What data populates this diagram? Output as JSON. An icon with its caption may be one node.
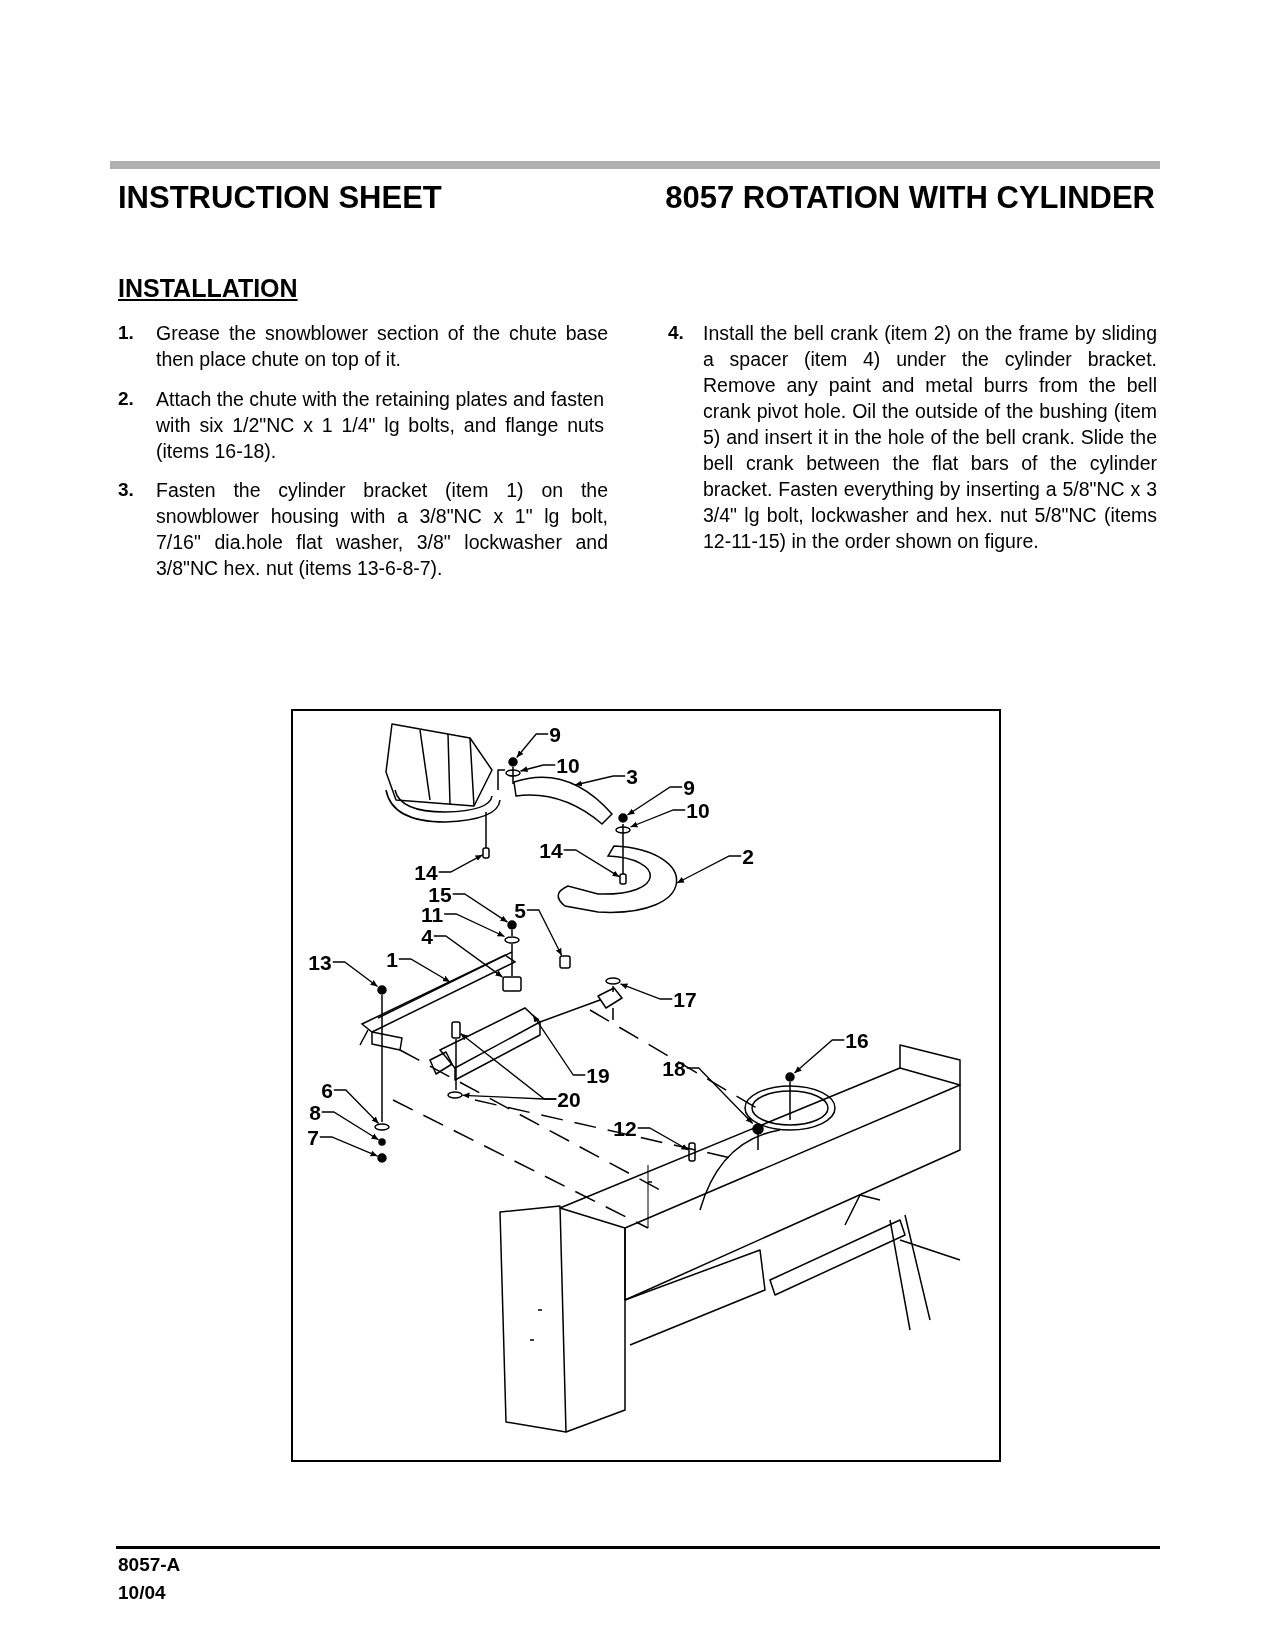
{
  "diagram": {
    "title": "INSTRUCTION SHEET",
    "nodes": [
      {
        "text": [
          "9"
        ]
      },
      {
        "text": [
          "10"
        ]
      },
      {
        "text": [
          "3"
        ]
      },
      {
        "text": [
          "9"
        ]
      },
      {
        "text": [
          "10"
        ]
      },
      {
        "text": [
          "2"
        ]
      },
      {
        "text": [
          "14"
        ]
      },
      {
        "text": [
          "14"
        ]
      },
      {
        "text": [
          "15"
        ]
      },
      {
        "text": [
          "5"
        ]
      },
      {
        "text": [
          "11"
        ]
      },
      {
        "text": [
          "4"
        ]
      },
      {
        "text": [
          "1"
        ]
      },
      {
        "text": [
          "13"
        ]
      },
      {
        "text": [
          "17"
        ]
      },
      {
        "text": [
          "16"
        ]
      },
      {
        "text": [
          "18"
        ]
      },
      {
        "text": [
          "19"
        ]
      },
      {
        "text": [
          "6"
        ]
      },
      {
        "text": [
          "20"
        ]
      },
      {
        "text": [
          "8"
        ]
      },
      {
        "text": [
          "12"
        ]
      },
      {
        "text": [
          "7"
        ]
      },
      {
        "text": [],
        "shape": "circle"
      },
      {
        "text": [],
        "shape": "circle"
      },
      {
        "text": [],
        "shape": "picture"
      },
      {
        "text": [],
        "shape": "circle"
      },
      {
        "text": [],
        "shape": "circle"
      },
      {
        "text": [],
        "shape": "picture"
      },
      {
        "text": [],
        "shape": "box"
      },
      {
        "text": [],
        "shape": "box"
      },
      {
        "text": [],
        "shape": "circle"
      },
      {
        "text": [],
        "shape": "box"
      },
      {
        "text": [],
        "shape": "circle"
      },
      {
        "text": [],
        "shape": "box"
      },
      {
        "text": [],
        "shape": "picture"
      },
      {
        "text": [],
        "shape": "circle"
      },
      {
        "text": [],
        "shape": "circle"
      },
      {
        "text": [],
        "shape": "circle"
      },
      {
        "text": [],
        "shape": "circle"
      },
      {
        "text": [],
        "shape": "picture"
      },
      {
        "text": [],
        "shape": "circle"
      },
      {
        "text": [],
        "shape": "box"
      },
      {
        "text": [],
        "shape": "circle"
      },
      {
        "text": [],
        "shape": "circle"
      },
      {
        "text": [],
        "shape": "circle"
      },
      {
        "text": [],
        "shape": "box"
      }
    ],
    "edges": [
      {
        "from": 0,
        "to": 23,
        "arrow": "to"
      },
      {
        "from": 1,
        "to": 24,
        "arrow": "to"
      },
      {
        "from": 2,
        "to": 25,
        "arrow": "to"
      },
      {
        "from": 3,
        "to": 26,
        "arrow": "to"
      },
      {
        "from": 4,
        "to": 27,
        "arrow": "to"
      },
      {
        "from": 5,
        "to": 28,
        "arrow": "to"
      },
      {
        "from": 6,
        "to": 29,
        "arrow": "to"
      },
      {
        "from": 7,
        "to": 30,
        "arrow": "to"
      },
      {
        "from": 8,
        "to": 31,
        "arrow": "to"
      },
      {
        "from": 9,
        "to": 32,
        "arrow": "to"
      },
      {
        "from": 10,
        "to": 33,
        "arrow": "to"
      },
      {
        "from": 11,
        "to": 34,
        "arrow": "to"
      },
      {
        "from": 12,
        "to": 35,
        "arrow": "to"
      },
      {
        "from": 13,
        "to": 36,
        "arrow": "to"
      },
      {
        "from": 14,
        "to": 37,
        "arrow": "to"
      },
      {
        "from": 15,
        "to": 38,
        "arrow": "to"
      },
      {
        "from": 16,
        "to": 39,
        "arrow": "to"
      },
      {
        "from": 17,
        "to": 40,
        "arrow": "to"
      },
      {
        "from": 19,
        "to": 41,
        "arrow": "to"
      },
      {
        "from": 19,
        "to": 42,
        "arrow": "to"
      },
      {
        "from": 18,
        "to": 43,
        "arrow": "to"
      },
      {
        "from": 20,
        "to": 44,
        "arrow": "to"
      },
      {
        "from": 21,
        "to": 46,
        "arrow": "to"
      },
      {
        "from": 22,
        "to": 45,
        "arrow": "to"
      }
    ],
    "labels": [
      "8057 ROTATION WITH CYLINDER",
      "INSTALLATION",
      "1.",
      "Grease the snowblower section of the chute base then place chute on top of it.",
      "2.",
      "Attach the chute with the retaining plates and fasten with six 1/2\"NC x 1 1/4\" lg bolts, and flange nuts (items 16-18).",
      "3.",
      "Fasten the cylinder bracket (item 1) on the snowblower housing with a 3/8\"NC x 1\" lg bolt, 7/16\" dia.hole flat washer, 3/8\" lockwasher and 3/8\"NC hex. nut (items 13-6-8-7).",
      "4.",
      "Install the bell crank (item 2) on the frame by sliding a spacer (item 4) under the cylinder bracket. Remove any paint and metal burrs from the bell crank pivot hole. Oil the outside of the bushing (item 5) and insert it in the hole of the bell crank. Slide the bell crank between the flat bars of the cylinder bracket. Fasten everything by inserting a 5/8\"NC x 3 3/4\" lg bolt, lockwasher and hex. nut 5/8\"NC (items 12-11-15) in the order shown on figure.",
      "8057-A",
      "10/04"
    ]
  }
}
